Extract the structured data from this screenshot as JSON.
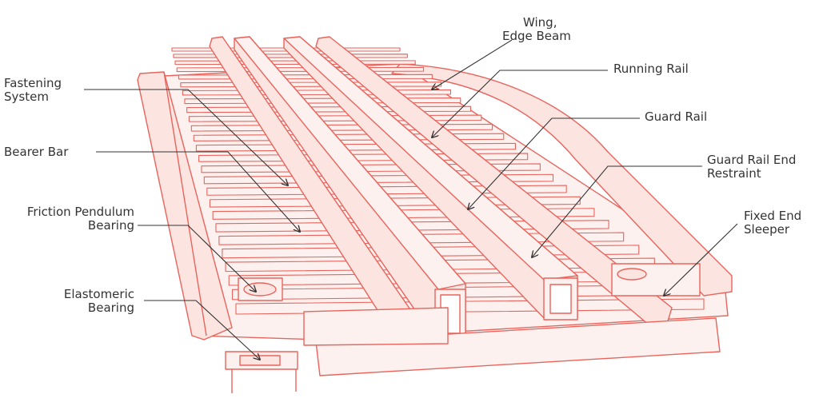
{
  "colors": {
    "line": "#e8645c",
    "fill": "#fce4e1",
    "fill_light": "#fdf1ef",
    "leader": "#333333"
  },
  "labels": {
    "wing_edge_beam": [
      "Wing,",
      "Edge Beam"
    ],
    "running_rail": [
      "Running Rail"
    ],
    "guard_rail": [
      "Guard Rail"
    ],
    "guard_rail_end_restraint": [
      "Guard Rail End",
      "Restraint"
    ],
    "fixed_end_sleeper": [
      "Fixed End",
      "Sleeper"
    ],
    "fastening_system": [
      "Fastening",
      "System"
    ],
    "bearer_bar": [
      "Bearer Bar"
    ],
    "friction_pendulum_bearing": [
      "Friction Pendulum",
      "Bearing"
    ],
    "elastomeric_bearing": [
      "Elastomeric",
      "Bearing"
    ]
  }
}
